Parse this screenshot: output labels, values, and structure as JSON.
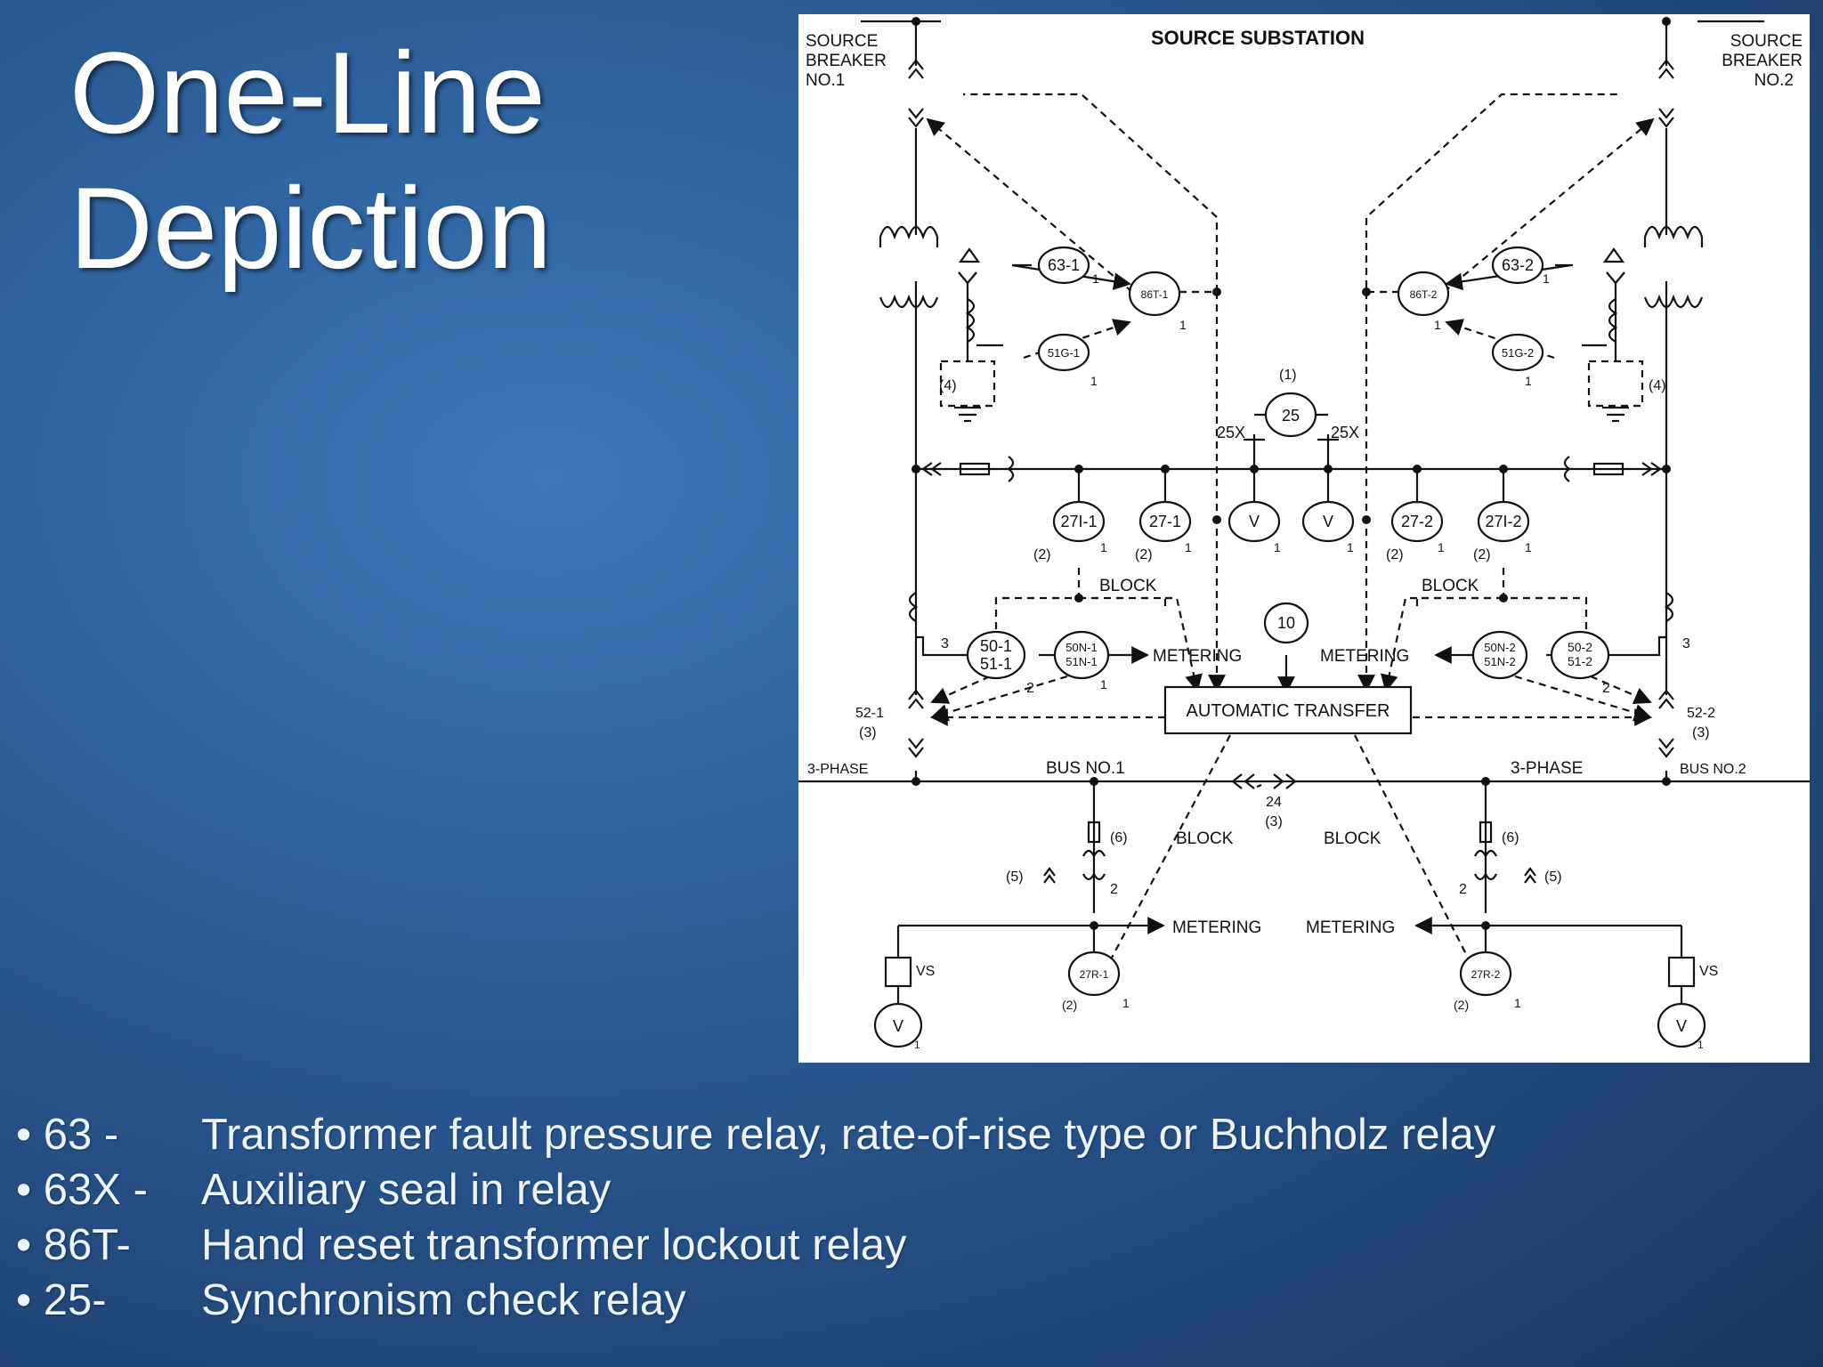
{
  "slide": {
    "title_lines": [
      "One-Line",
      "Depiction"
    ]
  },
  "diagram": {
    "title": "SOURCE SUBSTATION",
    "source_breaker_1": [
      "SOURCE",
      "BREAKER",
      "NO.1"
    ],
    "source_breaker_2": [
      "SOURCE",
      "BREAKER",
      "NO.2"
    ],
    "relays": {
      "r63_1": "63-1",
      "r86t_1": "86T-1",
      "r51g_1": "51G-1",
      "r63_2": "63-2",
      "r86t_2": "86T-2",
      "r51g_2": "51G-2",
      "r25": "25",
      "r25x_l": "25X",
      "r25x_r": "25X",
      "r27i_1": "27I-1",
      "r27_1": "27-1",
      "v_1": "V",
      "v_2": "V",
      "r27_2": "27-2",
      "r27i_2": "27I-2",
      "r50_1a": "50-1",
      "r50_1b": "51-1",
      "r50n_1a": "50N-1",
      "r50n_1b": "51N-1",
      "r50n_2a": "50N-2",
      "r50n_2b": "51N-2",
      "r50_2a": "50-2",
      "r50_2b": "51-2",
      "r10": "10",
      "r27r_1": "27R-1",
      "r27r_2": "27R-2",
      "v_3": "V",
      "v_4": "V"
    },
    "labels": {
      "block": "BLOCK",
      "metering": "METERING",
      "automatic_transfer": "AUTOMATIC TRANSFER",
      "three_phase": "3-PHASE",
      "bus_no_1": "BUS NO.1",
      "bus_no_2": "BUS NO.2",
      "cb_52_1": "52-1",
      "cb_52_2": "52-2",
      "n24": "24",
      "vs": "VS",
      "one": "1",
      "two": "2",
      "three": "3",
      "n1": "(1)",
      "n2": "(2)",
      "n3": "(3)",
      "n4": "(4)",
      "n5": "(5)",
      "n6": "(6)"
    }
  },
  "legend": [
    {
      "code": "• 63 -",
      "desc": "Transformer fault pressure relay, rate-of-rise type or Buchholz relay"
    },
    {
      "code": "• 63X -",
      "desc": "Auxiliary seal in relay"
    },
    {
      "code": "• 86T-",
      "desc": "Hand reset transformer lockout relay"
    },
    {
      "code": "• 25-",
      "desc": "Synchronism check relay"
    }
  ]
}
